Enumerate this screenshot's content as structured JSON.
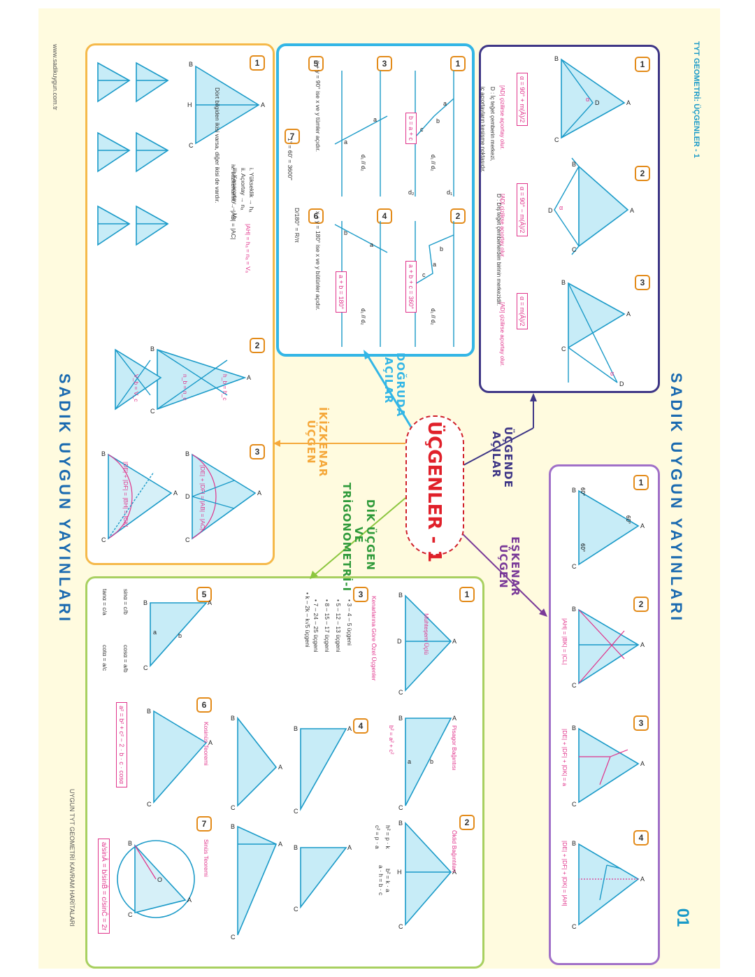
{
  "page_number": "01",
  "series_title": "TYT GEOMETRİ: ÜÇGENLER - 1",
  "publisher": "SADIK UYGUN YAYINLARI",
  "website": "www.sadikuygun.com.tr",
  "footer": "UYGUN TYT GEOMETRİ KAVRAM HARİTALARI",
  "center_title": "ÜÇGENLER - 1",
  "branches": {
    "ucgende_acilar": [
      "ÜÇGENDE",
      "AÇILAR"
    ],
    "dogruda_acilar": [
      "DOĞRUDA",
      "AÇILAR"
    ],
    "ikizkenar_ucgen": [
      "İKİZKENAR",
      "ÜÇGEN"
    ],
    "eskenar_ucgen": [
      "EŞKENAR",
      "ÜÇGEN"
    ],
    "dik_ucgen": [
      "DİK ÜÇGEN",
      "VE",
      "TRİGONOMETRİ-I"
    ]
  },
  "angles_panel": {
    "n1": "1",
    "n2": "2",
    "n3": "3",
    "f1": "α = 90° + m(Â)/2",
    "f1_note": "[AD] çizilirse açıortay olur.",
    "f1_note2": "D : İç teğet çemberin merkezi,",
    "f1_note3": "iç açıortayların kesişme noktasıdır.",
    "f2": "α = 90° − m(Â)/2",
    "f2_note": "[AD] çizilirse açıortay olur.",
    "f2_note2": "D : Dış teğet çemberlerden birinin merkezidir.",
    "f3": "α = m(Â)/2",
    "f3_note": "[AD] çizilirse açıortay olur."
  },
  "lines_panel": {
    "n1": "1",
    "n2": "2",
    "n3": "3",
    "n4": "4",
    "n5": "5",
    "n6": "6",
    "n7": "7",
    "f1": "b = a + c",
    "f2": "a + b + c = 360°",
    "f4": "a + b = 180°",
    "par1": "d₁ // d₂",
    "par2": "d₁ // d₂",
    "par3": "d₁ // d₂",
    "par4": "d₁ // d₂",
    "n5_text": "x + y = 90° ise x ve y tümler açıdır.",
    "n6_text": "x + y = 180° ise x ve y bütünler açıdır.",
    "n7_text": "1° = 60' = 3600''",
    "n7_frac": "D/180° = R/π"
  },
  "isosceles_panel": {
    "n1": "1",
    "n2": "2",
    "n3": "3",
    "i": "i. Yükseklik → hₐ",
    "ii": "ii. Açıortay → nₐ",
    "iii": "iii. Kenarortay → Vₐ",
    "iv": "iv. İkizkenarlık → |AB| = |AC|",
    "eq": "|AH| = hₐ = nₐ = Vₐ",
    "rule": "Dört bilgiden ikisi varsa, diğer ikisi de vardır.",
    "hb_hc": "h_b = h_c",
    "nb_nc": "n_b = n_c",
    "vb_vc": "V_b = V_c",
    "de_df": "|DE| + |DF| = |AB| = |AC|",
    "de_df_bh": "|DE| + |DF| = |BH| = |CK|"
  },
  "equilateral_panel": {
    "n1": "1",
    "n2": "2",
    "n3": "3",
    "n4": "4",
    "ang": "60°",
    "f2": "|AH| = |BK| = |CL|",
    "f3": "|DE| + |DF| + |DK| = a",
    "f4": "|DE| + |DF| + |DK| = |AH|"
  },
  "right_panel": {
    "n1": "1",
    "n2": "2",
    "n3": "3",
    "n4": "4",
    "n5": "5",
    "n6": "6",
    "n7": "7",
    "t1": "Muhteşem Üçlü",
    "t_pisagor": "Pisagor Bağıntısı",
    "pisagor": "b² = a² + c²",
    "t2": "Öklid Bağıntıları",
    "oklid": [
      "h² = p · k",
      "b² = k · a",
      "c² = p · a",
      "a · h = b · c"
    ],
    "t3": "Kenarlarına Göre Özel Üçgenler",
    "special": [
      "• 3 – 4 – 5 üçgeni",
      "• 5 – 12 – 13 üçgeni",
      "• 8 – 15 – 17 üçgeni",
      "• 7 – 24 – 25 üçgeni",
      "• k – 2k – k√5 üçgeni"
    ],
    "trig": [
      "sinα = c/b",
      "cosα = a/b",
      "tanα = c/a",
      "cotα = a/c"
    ],
    "t6": "Kosinüs Teoremi",
    "cos_law": "a² = b² + c² − 2 · b · c · cosα",
    "t7": "Sinüs Teoremi",
    "sin_law": "a/sinÂ = b/sinB̂ = c/sinĈ = 2r"
  }
}
